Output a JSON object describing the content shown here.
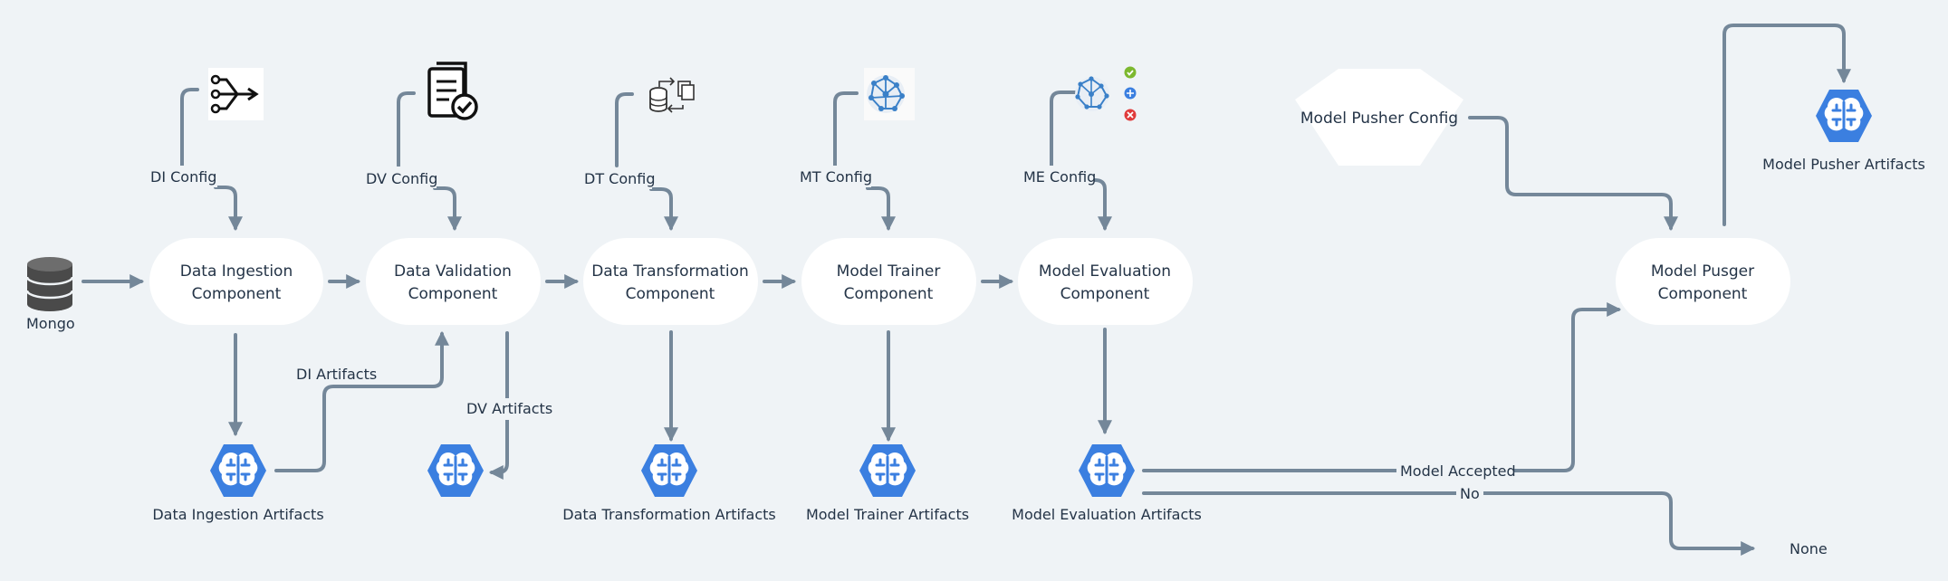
{
  "source": {
    "label": "Mongo",
    "icon": "database-icon"
  },
  "components": [
    {
      "id": "di",
      "line1": "Data Ingestion",
      "line2": "Component"
    },
    {
      "id": "dv",
      "line1": "Data Validation",
      "line2": "Component"
    },
    {
      "id": "dt",
      "line1": "Data Transformation",
      "line2": "Component"
    },
    {
      "id": "mt",
      "line1": "Model Trainer",
      "line2": "Component"
    },
    {
      "id": "me",
      "line1": "Model Evaluation",
      "line2": "Component"
    },
    {
      "id": "mp",
      "line1": "Model Pusger",
      "line2": "Component"
    }
  ],
  "configs": {
    "di": {
      "label": "DI Config",
      "icon": "pipeline-split-icon"
    },
    "dv": {
      "label": "DV Config",
      "icon": "document-check-icon"
    },
    "dt": {
      "label": "DT Config",
      "icon": "database-transform-icon"
    },
    "mt": {
      "label": "MT Config",
      "icon": "brain-network-icon"
    },
    "me": {
      "label": "ME Config",
      "icon": "brain-status-icon"
    },
    "mp": {
      "label": "Model Pusher Config"
    }
  },
  "artifacts": {
    "di": "Data Ingestion Artifacts",
    "dv": "",
    "dt": "Data Transformation Artifacts",
    "mt": "Model Trainer Artifacts",
    "me": "Model Evaluation Artifacts",
    "mp": "Model Pusher Artifacts"
  },
  "edge_labels": {
    "di_artifacts": "DI Artifacts",
    "dv_artifacts": "DV Artifacts",
    "accepted": "Model Accepted",
    "no": "No"
  },
  "terminal": {
    "label": "None"
  },
  "colors": {
    "background": "#eff3f6",
    "edge": "#748799",
    "artifact_hex": "#3b7fe0",
    "node_fill": "#ffffff",
    "text": "#243447"
  }
}
